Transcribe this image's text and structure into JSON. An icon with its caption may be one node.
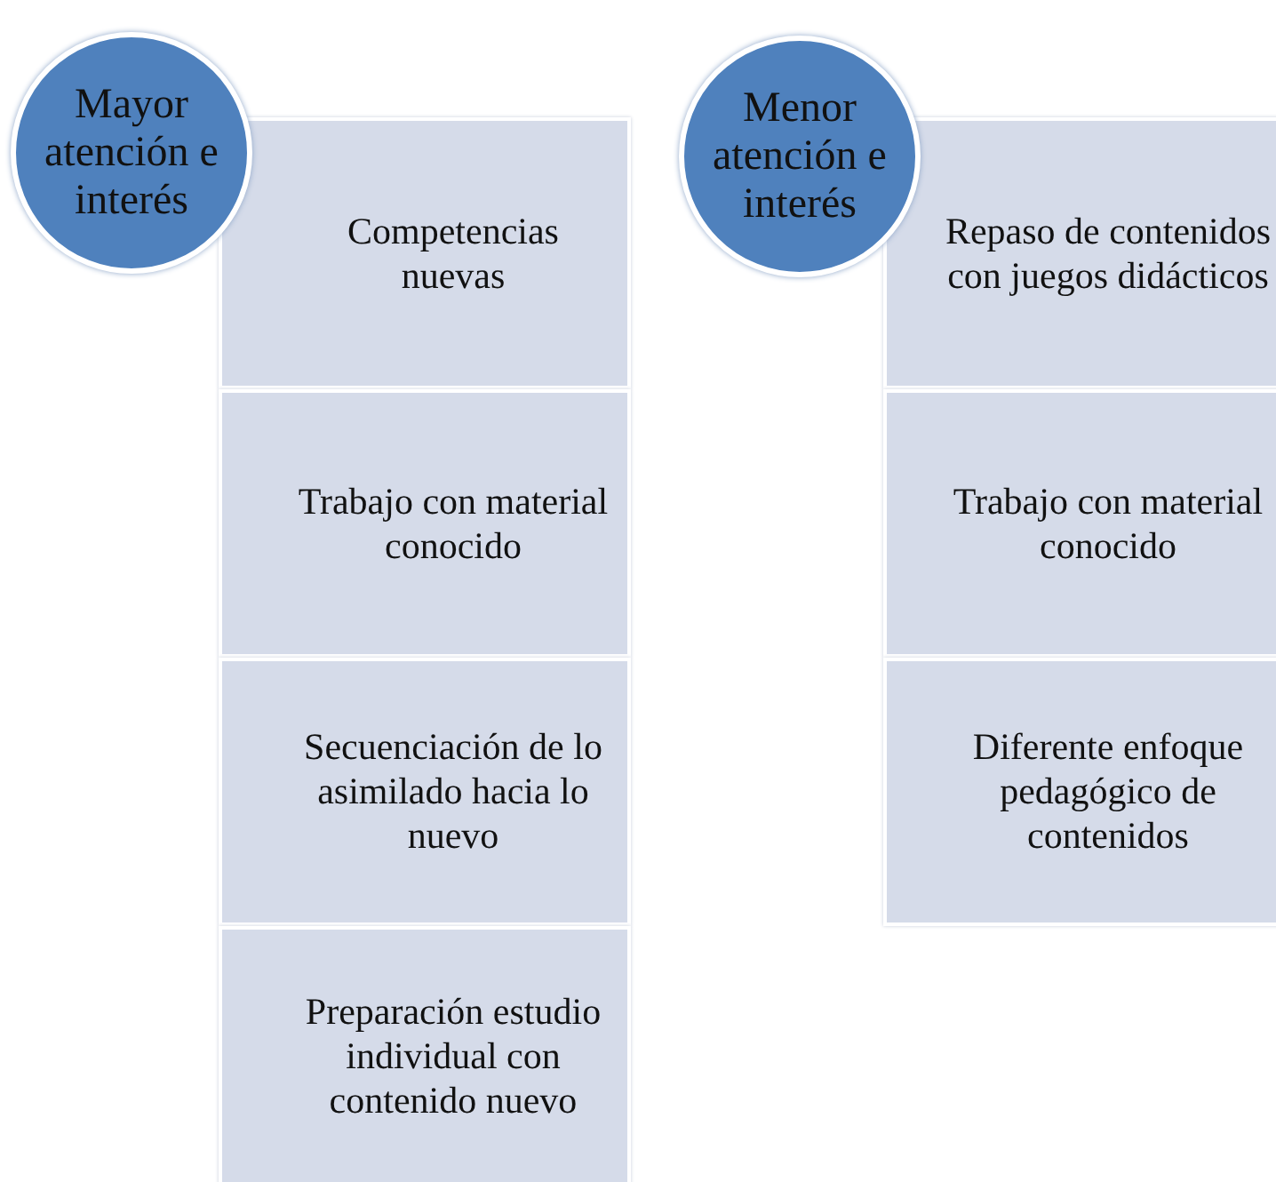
{
  "diagram": {
    "nodes": [
      {
        "text": [
          "Mayor atención e interés"
        ]
      },
      {
        "text": [
          "Competencias nuevas"
        ]
      },
      {
        "text": [
          "Trabajo con material conocido"
        ]
      },
      {
        "text": [
          "Secuenciación de lo asimilado hacia lo nuevo"
        ]
      },
      {
        "text": [
          "Preparación estudio individual con contenido nuevo"
        ]
      },
      {
        "text": [
          "Menor atención e interés"
        ]
      },
      {
        "text": [
          "Repaso de contenidos con juegos didácticos"
        ]
      },
      {
        "text": [
          "Trabajo con material conocido"
        ]
      },
      {
        "text": [
          "Diferente enfoque pedagógico de contenidos"
        ]
      }
    ],
    "edges": []
  }
}
